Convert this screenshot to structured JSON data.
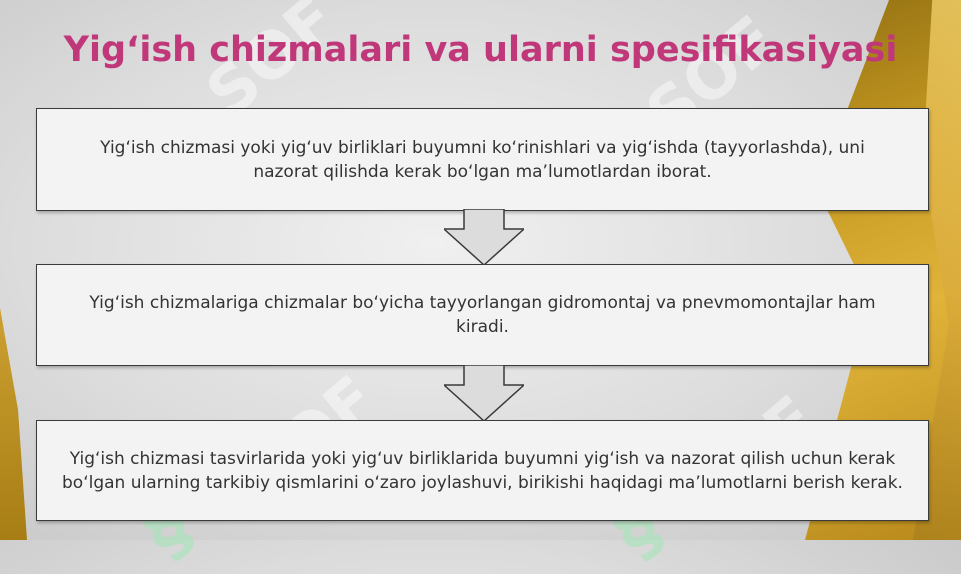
{
  "slide": {
    "title": "Yig‘ish chizmalari va ularni spesifikasiyasi",
    "boxes": [
      {
        "text": "Yig‘ish chizmasi yoki yig‘uv birliklari buyumni ko‘rinishlari va yig‘ishda (tayyorlashda), uni nazorat qilishda kerak bo‘lgan ma’lumotlardan iborat."
      },
      {
        "text": "Yig‘ish chizmalariga chizmalar bo‘yicha tayyorlangan gidromontaj va pnevmomontajlar ham kiradi."
      },
      {
        "text": "Yig‘ish chizmasi tasvirlarida yoki yig‘uv birliklarida buyumni yig‘ish va nazorat qilish uchun kerak bo‘lgan ularning tarkibiy qismlarini o‘zaro joylashuvi, birikishi haqidagi ma’lumotlarni berish kerak."
      }
    ],
    "watermark": "SOF",
    "colors": {
      "title": "#c0387a",
      "accent": "#d0a030",
      "box_bg": "#f3f3f3",
      "border": "#3a3a3a"
    }
  }
}
